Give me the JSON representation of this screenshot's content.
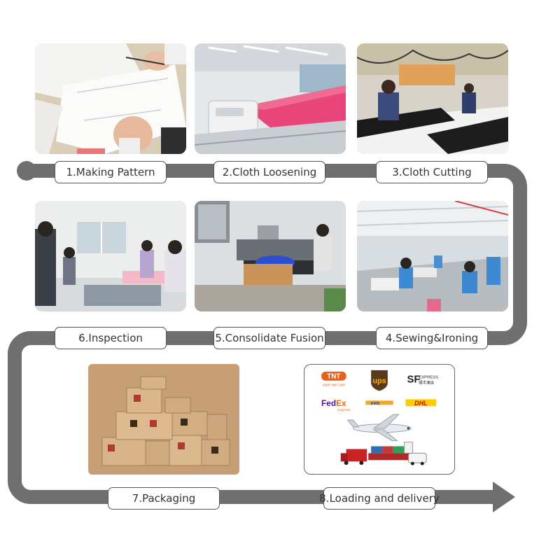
{
  "steps": [
    {
      "label": "1.Making Pattern"
    },
    {
      "label": "2.Cloth Loosening"
    },
    {
      "label": "3.Cloth Cutting"
    },
    {
      "label": "4.Sewing&Ironing"
    },
    {
      "label": "5.Consolidate Fusion"
    },
    {
      "label": "6.Inspection"
    },
    {
      "label": "7.Packaging"
    },
    {
      "label": "8.Loading and delivery"
    }
  ],
  "carriers": {
    "tnt": "TNT",
    "tnt_tagline": "sure we can",
    "ups": "ups",
    "sf": "SF",
    "sf_express": "EXPRESS",
    "sf_cn": "顺丰速运",
    "fedex_fed": "Fed",
    "fedex_ex": "Ex",
    "fedex_sub": "Express",
    "ems": "EMS",
    "dhl": "DHL"
  },
  "colors": {
    "path": "#6f6f6f",
    "label_border": "#555555",
    "label_text": "#333333",
    "tnt": "#e8611a",
    "ups_brown": "#5a3a1c",
    "ups_gold": "#f2b21b",
    "fedex_purple": "#4d148c",
    "fedex_orange": "#ff6600",
    "dhl_yellow": "#ffcc00",
    "dhl_red": "#d40511"
  }
}
